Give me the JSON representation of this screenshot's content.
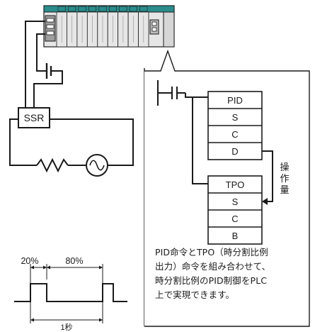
{
  "plc": {
    "module_count": 9
  },
  "ssr": {
    "label": "SSR"
  },
  "ladder": {
    "pid_block": [
      "PID",
      "S",
      "C",
      "D"
    ],
    "tpo_block": [
      "TPO",
      "S",
      "C",
      "B"
    ],
    "arrow_label": [
      "操",
      "作",
      "量"
    ]
  },
  "description_lines": [
    "PID命令とTPO（時分割比例",
    "出力）命令を組み合わせて、",
    "時分割比例のPID制御をPLC",
    "上で実現できます。"
  ],
  "timing": {
    "on_label": "20%",
    "off_label": "80%",
    "period_label": "1秒",
    "on_fraction": 0.2
  },
  "colors": {
    "teal": "#2b8c8c",
    "line": "#1a1a1a",
    "plc_body": "#e6e6e6"
  }
}
